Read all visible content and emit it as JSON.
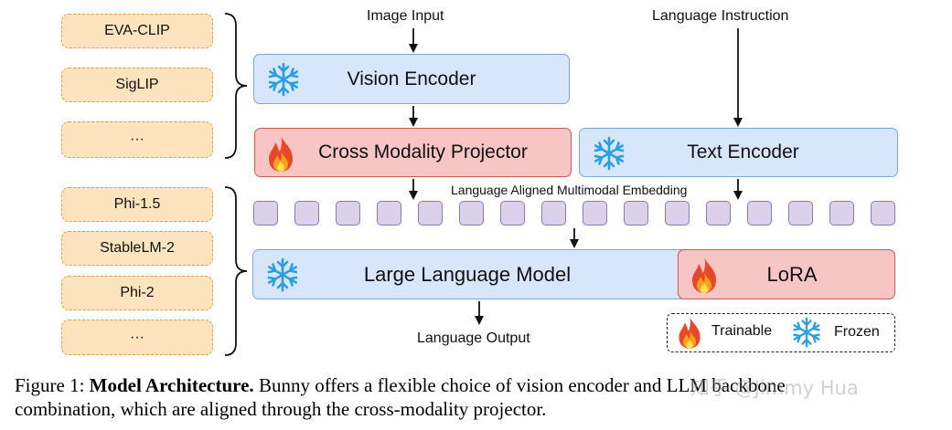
{
  "vision_options": [
    "EVA-CLIP",
    "SigLIP",
    "···"
  ],
  "llm_options": [
    "Phi-1.5",
    "StableLM-2",
    "Phi-2",
    "···"
  ],
  "labels": {
    "image_input": "Image Input",
    "language_instruction": "Language Instruction",
    "vision_encoder": "Vision Encoder",
    "cross_modality_projector": "Cross Modality Projector",
    "text_encoder": "Text Encoder",
    "embedding": "Language Aligned Multimodal Embedding",
    "llm": "Large Language Model",
    "lora": "LoRA",
    "language_output": "Language Output"
  },
  "legend": {
    "trainable": "Trainable",
    "frozen": "Frozen"
  },
  "token_count": 16,
  "colors": {
    "frozen_fill": "#d8e6fb",
    "trainable_fill": "#f6c5c4",
    "option_fill": "#fde3be",
    "token_fill": "#dbd1ea"
  },
  "icons": {
    "frozen": "snowflake-icon",
    "trainable": "flame-icon"
  },
  "caption": {
    "prefix": "Figure 1: ",
    "bold": "Model Architecture.",
    "line1_rest": " Bunny offers a flexible choice of vision encoder and LLM backbone",
    "line2": "combination, which are aligned through the cross-modality projector."
  },
  "watermark": "知乎 @Jimmy Hua"
}
